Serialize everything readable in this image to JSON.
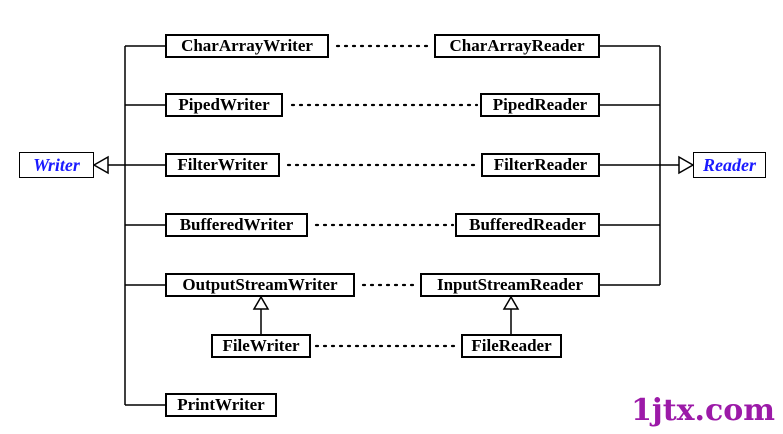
{
  "abstract_classes": {
    "writer": "Writer",
    "reader": "Reader"
  },
  "writers": {
    "char_array": "CharArrayWriter",
    "piped": "PipedWriter",
    "filter": "FilterWriter",
    "buffered": "BufferedWriter",
    "output_stream": "OutputStreamWriter",
    "file": "FileWriter",
    "print": "PrintWriter"
  },
  "readers": {
    "char_array": "CharArrayReader",
    "piped": "PipedReader",
    "filter": "FilterReader",
    "buffered": "BufferedReader",
    "input_stream": "InputStreamReader",
    "file": "FileReader"
  },
  "watermark": "1jtx.com",
  "colors": {
    "abstract_text": "#1a1aff",
    "watermark": "#9c1aa8"
  }
}
